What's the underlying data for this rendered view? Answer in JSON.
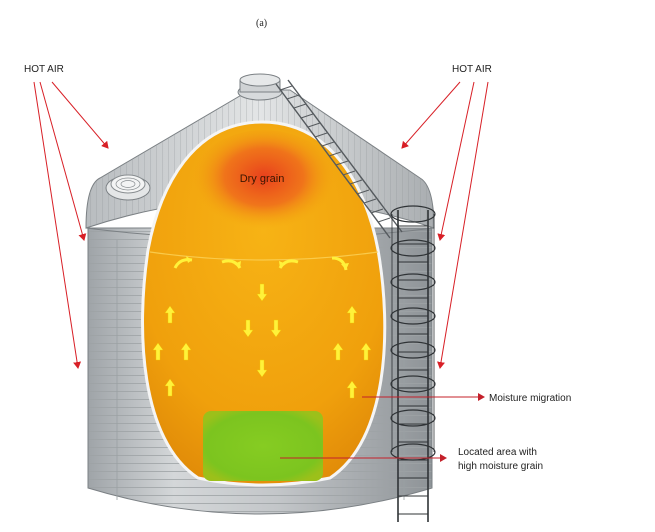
{
  "diagram": {
    "panel_label": "(a)",
    "hot_air_left": "HOT AIR",
    "hot_air_right": "HOT AIR",
    "dry_grain": "Dry grain",
    "moisture_migration": "Moisture migration",
    "located_area_line1": "Located area with",
    "located_area_line2": "high moisture grain"
  },
  "colors": {
    "arrow_red": "#d81f26",
    "grain_orange": "#f2a40c",
    "dry_zone_red": "#e8401c",
    "wet_zone_green": "#7cc41f",
    "flow_arrow_yellow": "#fff23a",
    "silo_gray": "#bfc3c6"
  }
}
